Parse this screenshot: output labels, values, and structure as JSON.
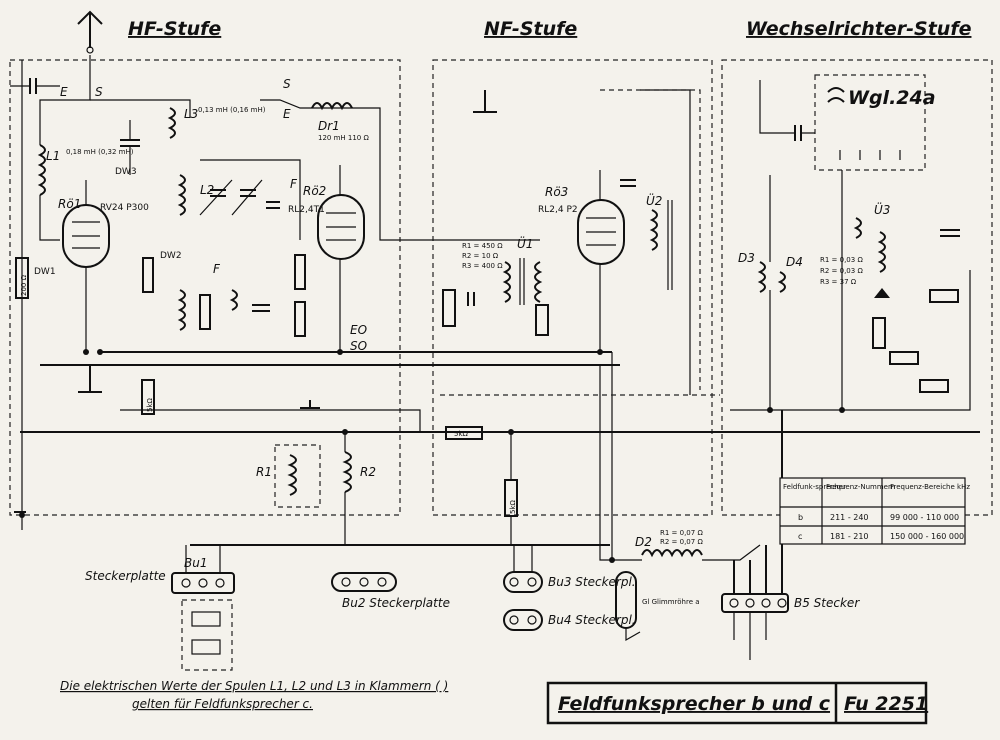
{
  "sections": {
    "hf": "HF-Stufe",
    "nf": "NF-Stufe",
    "wr": "Wechselrichter-Stufe"
  },
  "tubes": {
    "ro1": {
      "name": "Rö1",
      "type": "RV24 P300"
    },
    "ro2": {
      "name": "Rö2",
      "type": "RL2,4T1"
    },
    "ro3": {
      "name": "Rö3",
      "type": "RL2,4 P2"
    }
  },
  "coils": {
    "l1": {
      "name": "L1",
      "spec": "0,18 mH (0,32 mH)"
    },
    "l2": {
      "name": "L2"
    },
    "l3": {
      "name": "L3",
      "spec": "0,13 mH (0,16 mH)"
    },
    "dr1": {
      "name": "Dr1",
      "spec": "120 mH 110 Ω"
    },
    "u1": "Ü1",
    "u2": "Ü2",
    "u3": "Ü3"
  },
  "switch_labels": {
    "s": "S",
    "e": "E",
    "f": "F",
    "eo": "EO",
    "so": "SO"
  },
  "resistor_values": {
    "nf_r": [
      "R1 = 450 Ω",
      "R2 = 10 Ω",
      "R3 = 400 Ω"
    ],
    "wr_r": [
      "R1 = 0,03 Ω",
      "R2 = 0,03 Ω",
      "R3 = 37 Ω"
    ],
    "dr2": [
      "R1 = 0,07 Ω",
      "R2 = 0,07 Ω"
    ],
    "dr1_2": "DW1",
    "dw2": "DW2",
    "dw3": "DW3",
    "w1": "5kΩ",
    "w8": "5kΩ",
    "w9": "5kΩ",
    "r200": "200 Ω"
  },
  "components": {
    "r1": "R1",
    "r2": "R2",
    "wgl": "Wgl.24a",
    "d3": "D3",
    "d4": "D4",
    "d2": "D2",
    "gl": "Gl Glimmröhre a"
  },
  "connectors": {
    "bu1": "Bu1",
    "steckerplatte": "Steckerplatte",
    "bu2": "Bu2 Steckerplatte",
    "bu3": "Bu3 Steckerpl.",
    "bu4": "Bu4 Steckerpl.",
    "b5": "B5 Stecker"
  },
  "footnote": [
    "Die elektrischen Werte der Spulen L1, L2 und L3 in Klammern ( )",
    "gelten für Feldfunksprecher c."
  ],
  "title": "Feldfunksprecher  b und c",
  "doc_number": "Fu 2251",
  "table": {
    "headers": [
      "Feldfunk-sprecher",
      "Frequenz-Nummern",
      "Frequenz-Bereiche kHz"
    ],
    "rows": [
      [
        "b",
        "211 - 240",
        "99 000 - 110 000"
      ],
      [
        "c",
        "181 - 210",
        "150 000 - 160 000"
      ]
    ]
  }
}
